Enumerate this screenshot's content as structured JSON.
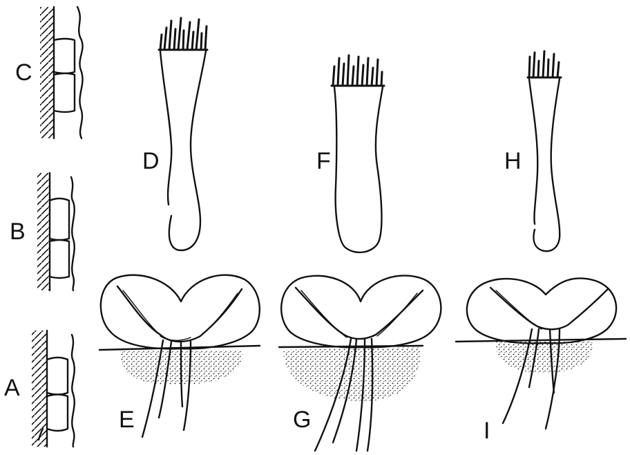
{
  "figure": {
    "labels": {
      "a": "A",
      "b": "B",
      "c": "C",
      "d": "D",
      "e": "E",
      "f": "F",
      "g": "G",
      "h": "H",
      "i": "I"
    }
  }
}
